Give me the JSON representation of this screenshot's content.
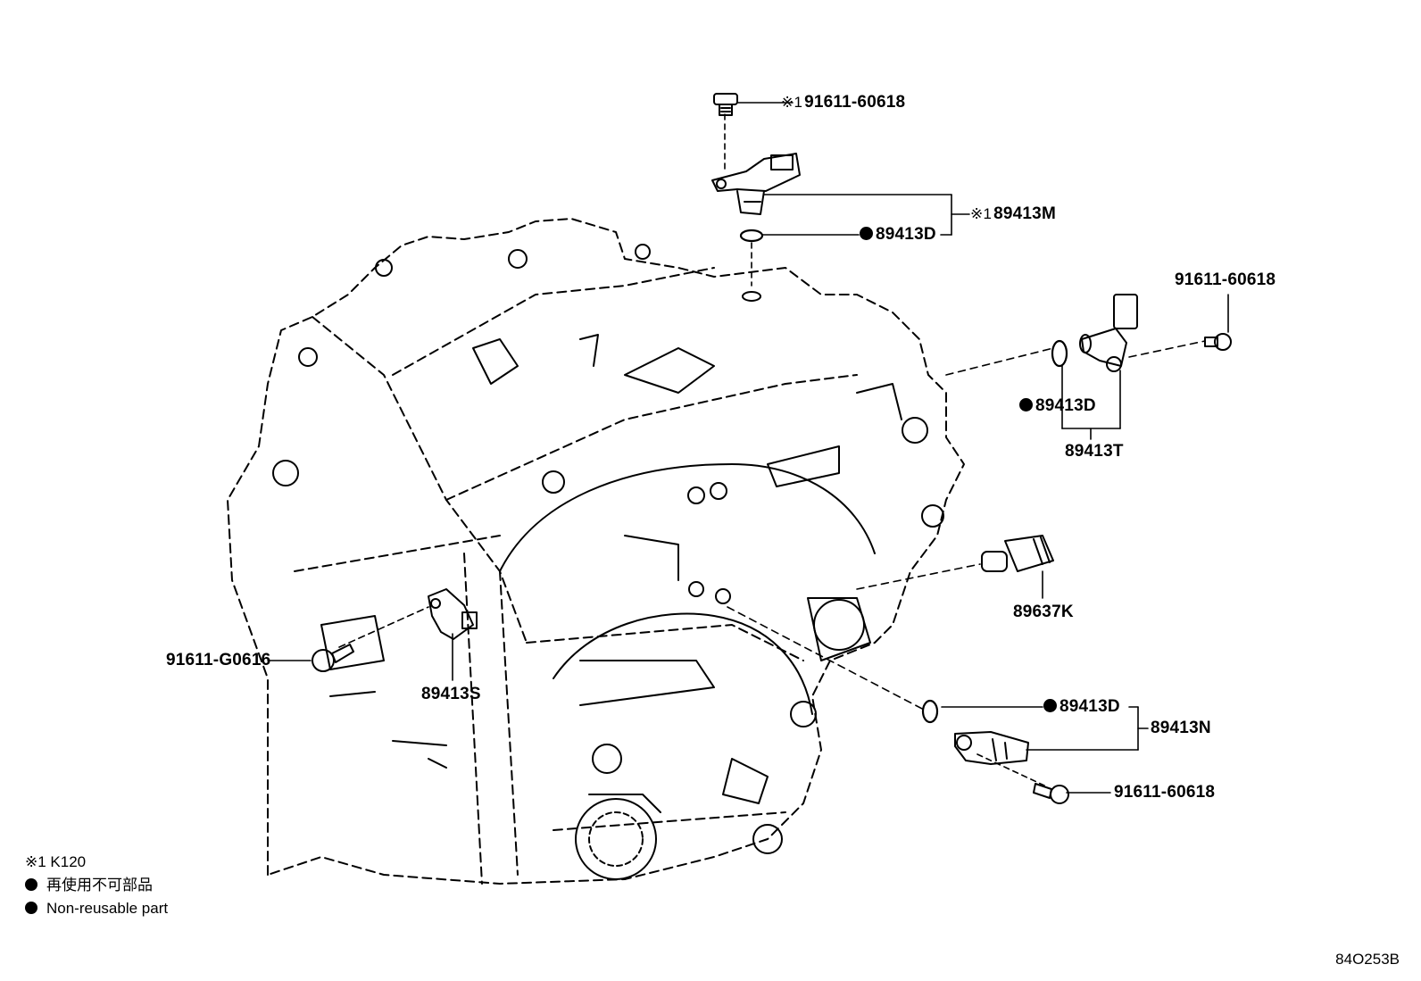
{
  "callouts": [
    {
      "id": "c1",
      "prefix": "※1",
      "dot": false,
      "text": "91611-60618"
    },
    {
      "id": "c2",
      "prefix": "※1",
      "dot": false,
      "text": "89413M"
    },
    {
      "id": "c3",
      "prefix": "",
      "dot": true,
      "text": "89413D"
    },
    {
      "id": "c4",
      "prefix": "",
      "dot": false,
      "text": "91611-60618"
    },
    {
      "id": "c5",
      "prefix": "",
      "dot": true,
      "text": "89413D"
    },
    {
      "id": "c6",
      "prefix": "",
      "dot": false,
      "text": "89413T"
    },
    {
      "id": "c7",
      "prefix": "",
      "dot": false,
      "text": "89637K"
    },
    {
      "id": "c8",
      "prefix": "",
      "dot": false,
      "text": "91611-G0616"
    },
    {
      "id": "c9",
      "prefix": "",
      "dot": false,
      "text": "89413S"
    },
    {
      "id": "c10",
      "prefix": "",
      "dot": true,
      "text": "89413D"
    },
    {
      "id": "c11",
      "prefix": "",
      "dot": false,
      "text": "89413N"
    },
    {
      "id": "c12",
      "prefix": "",
      "dot": false,
      "text": "91611-60618"
    }
  ],
  "legend": {
    "note_mark": "※1 K120",
    "item_jp": "再使用不可部品",
    "item_en": "Non-reusable part"
  },
  "diagram_code": "84O253B"
}
